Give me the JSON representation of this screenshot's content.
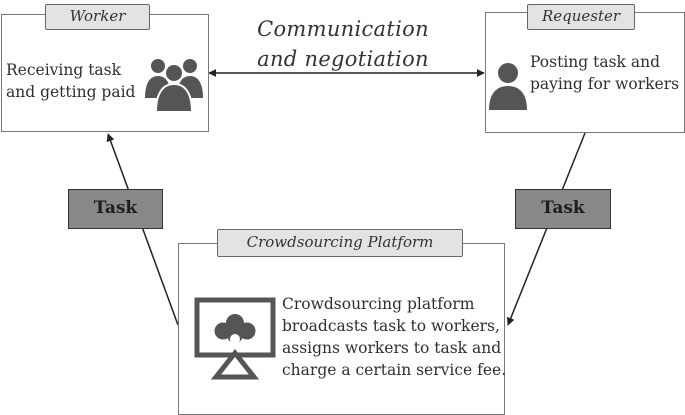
{
  "link": {
    "caption_line1": "Communication",
    "caption_line2": "and negotiation"
  },
  "worker": {
    "tag": "Worker",
    "line1": "Receiving task",
    "line2": "and getting paid",
    "icon": "group-of-people-icon"
  },
  "requester": {
    "tag": "Requester",
    "line1": "Posting task and",
    "line2": "paying for workers",
    "icon": "person-icon"
  },
  "platform": {
    "tag": "Crowdsourcing Platform",
    "line1": "Crowdsourcing platform",
    "line2": "broadcasts task to workers,",
    "line3": "assigns workers to task and",
    "line4": "charge a certain service fee.",
    "icon": "crowdsourcing-screen-icon"
  },
  "flows": {
    "left_label": "Task",
    "right_label": "Task"
  },
  "colors": {
    "stroke": "#333333",
    "icon_fill": "#555555",
    "tag_fill": "#e3e3e3",
    "flow_tag_fill": "#888888"
  }
}
